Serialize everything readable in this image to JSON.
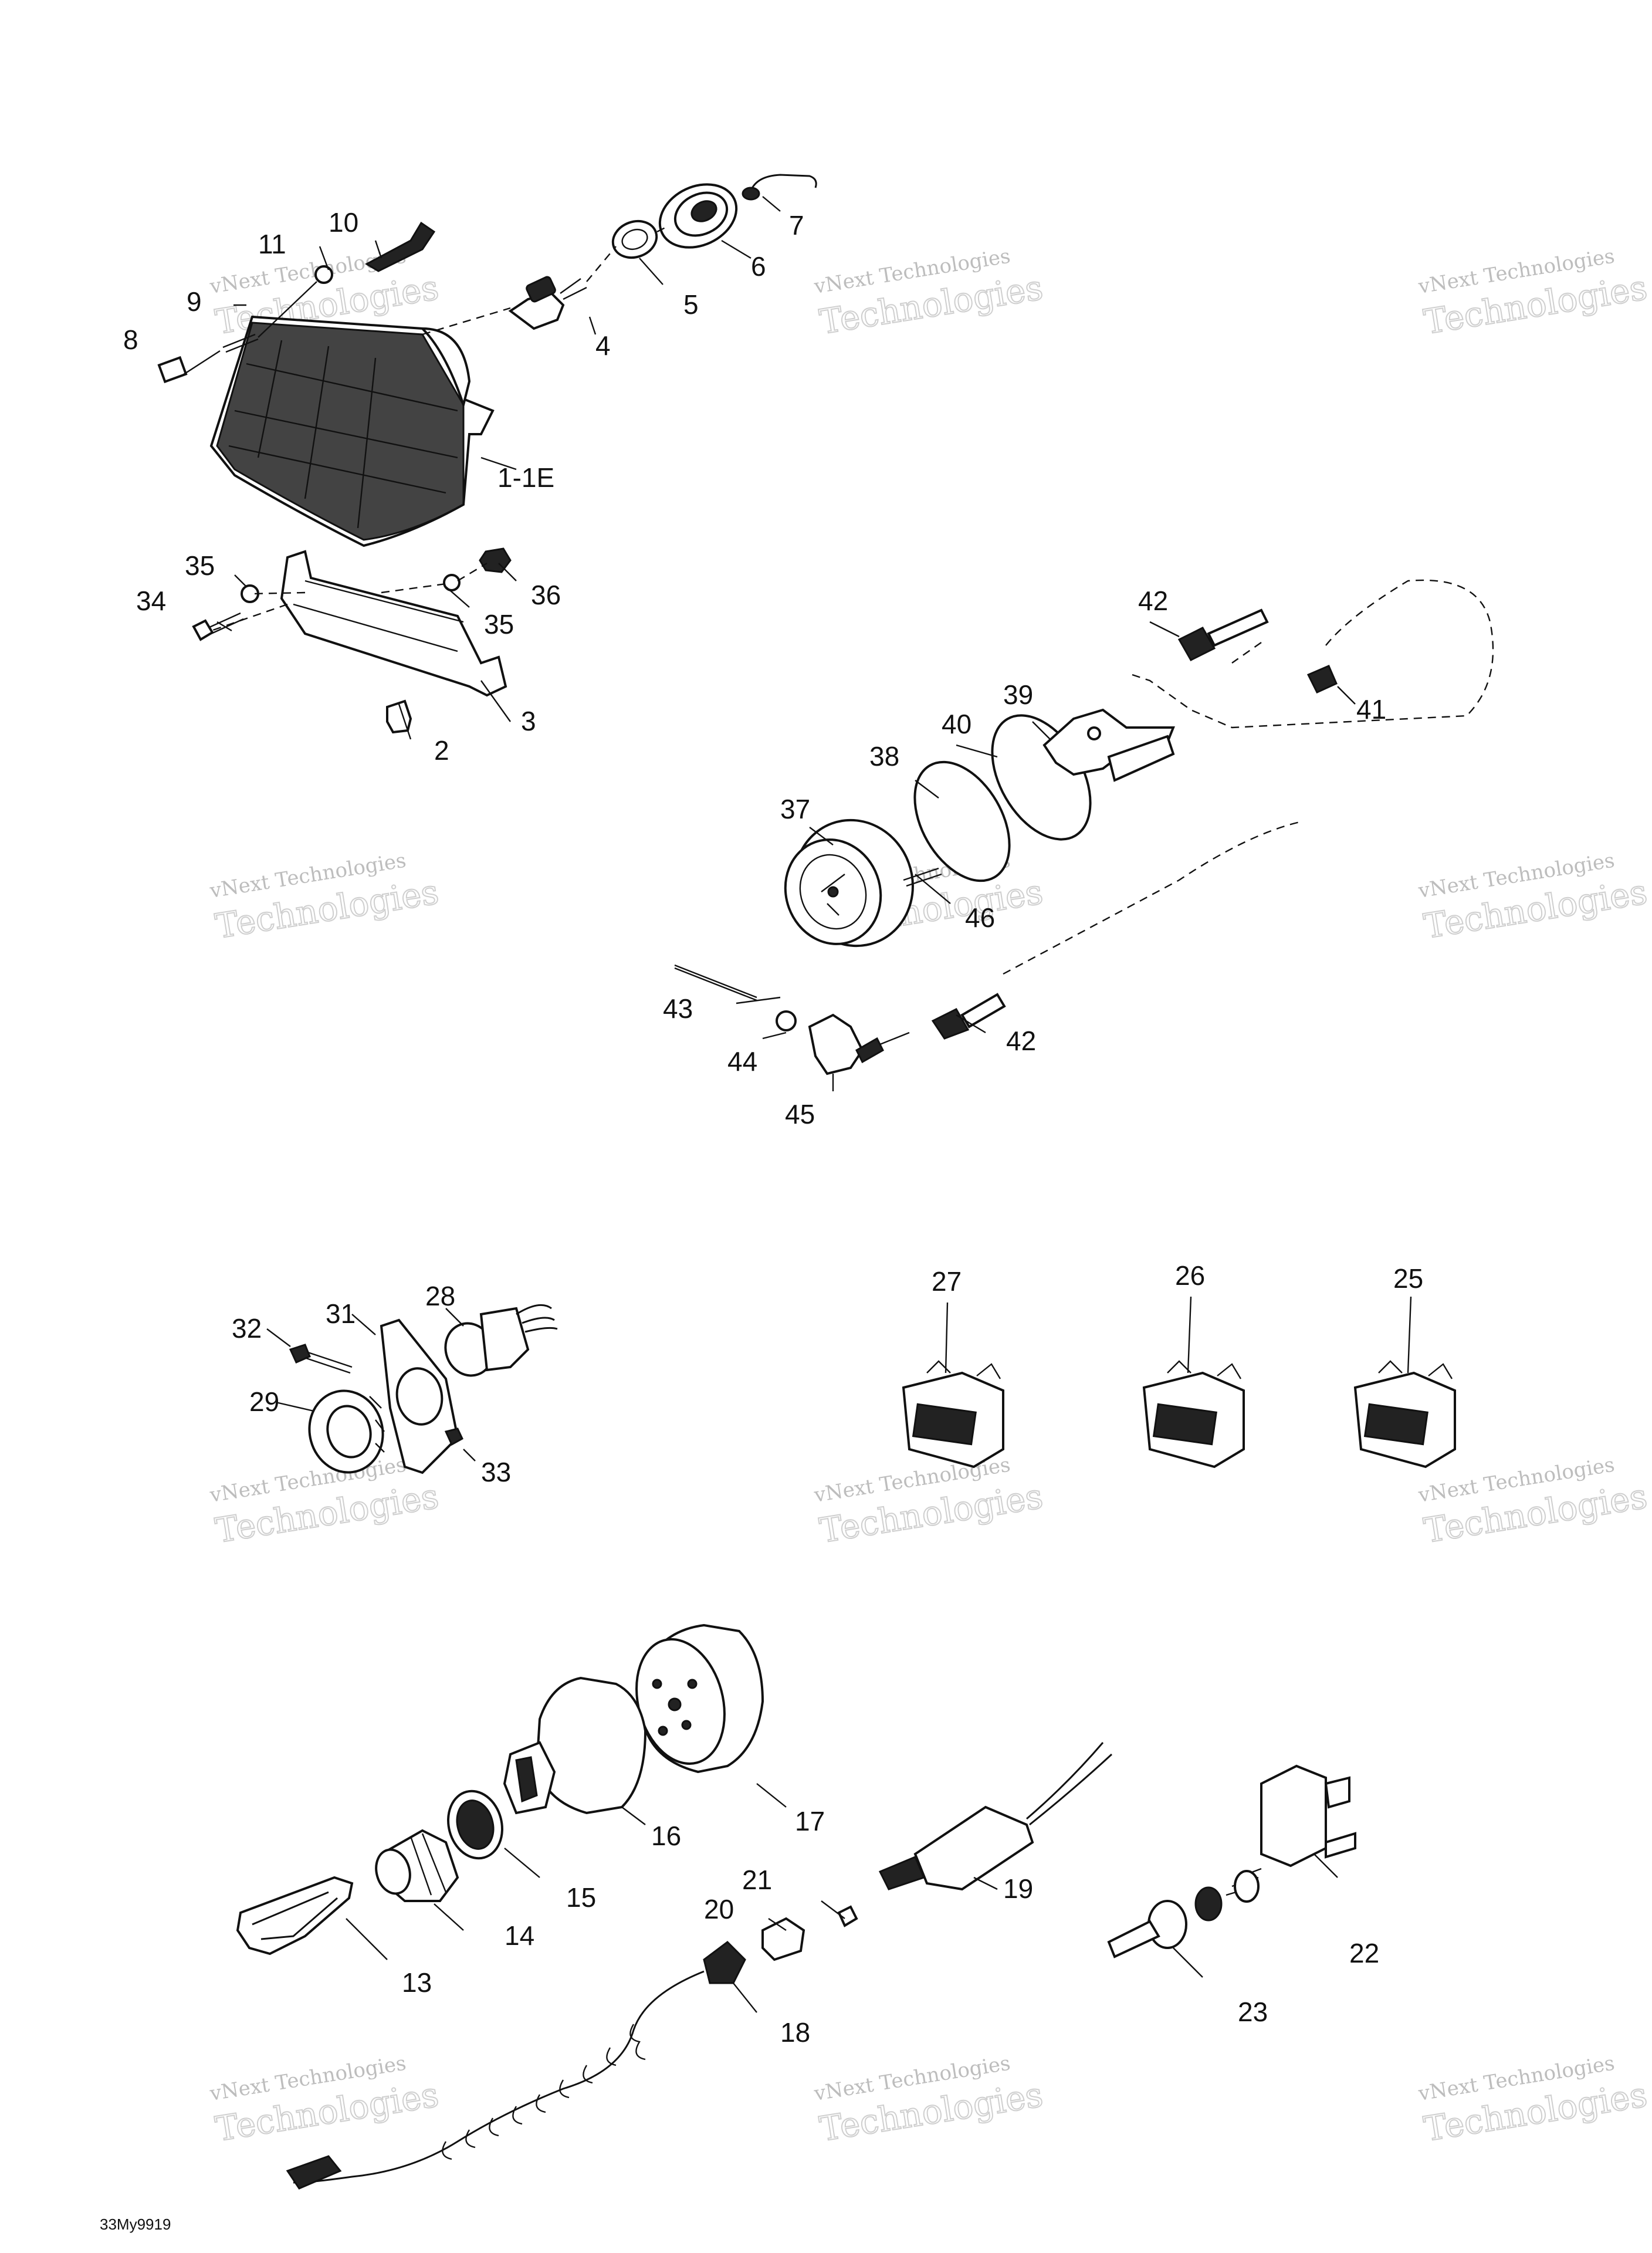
{
  "diagram": {
    "code": "33My9919",
    "watermark": {
      "line1": "vNext Technologies",
      "line2": "Technologies"
    },
    "labels": {
      "p1": "1-1E",
      "p2": "2",
      "p3": "3",
      "p4": "4",
      "p5": "5",
      "p6": "6",
      "p7": "7",
      "p8": "8",
      "p9": "9",
      "p10": "10",
      "p11": "11",
      "p13": "13",
      "p14": "14",
      "p15": "15",
      "p16": "16",
      "p17": "17",
      "p18": "18",
      "p19": "19",
      "p20": "20",
      "p21": "21",
      "p22": "22",
      "p23": "23",
      "p25": "25",
      "p26": "26",
      "p27": "27",
      "p28": "28",
      "p29": "29",
      "p31": "31",
      "p32": "32",
      "p33": "33",
      "p34": "34",
      "p35a": "35",
      "p35b": "35",
      "p36": "36",
      "p37": "37",
      "p38": "38",
      "p39": "39",
      "p40": "40",
      "p41": "41",
      "p42a": "42",
      "p42b": "42",
      "p43": "43",
      "p44": "44",
      "p45": "45",
      "p46": "46"
    }
  }
}
